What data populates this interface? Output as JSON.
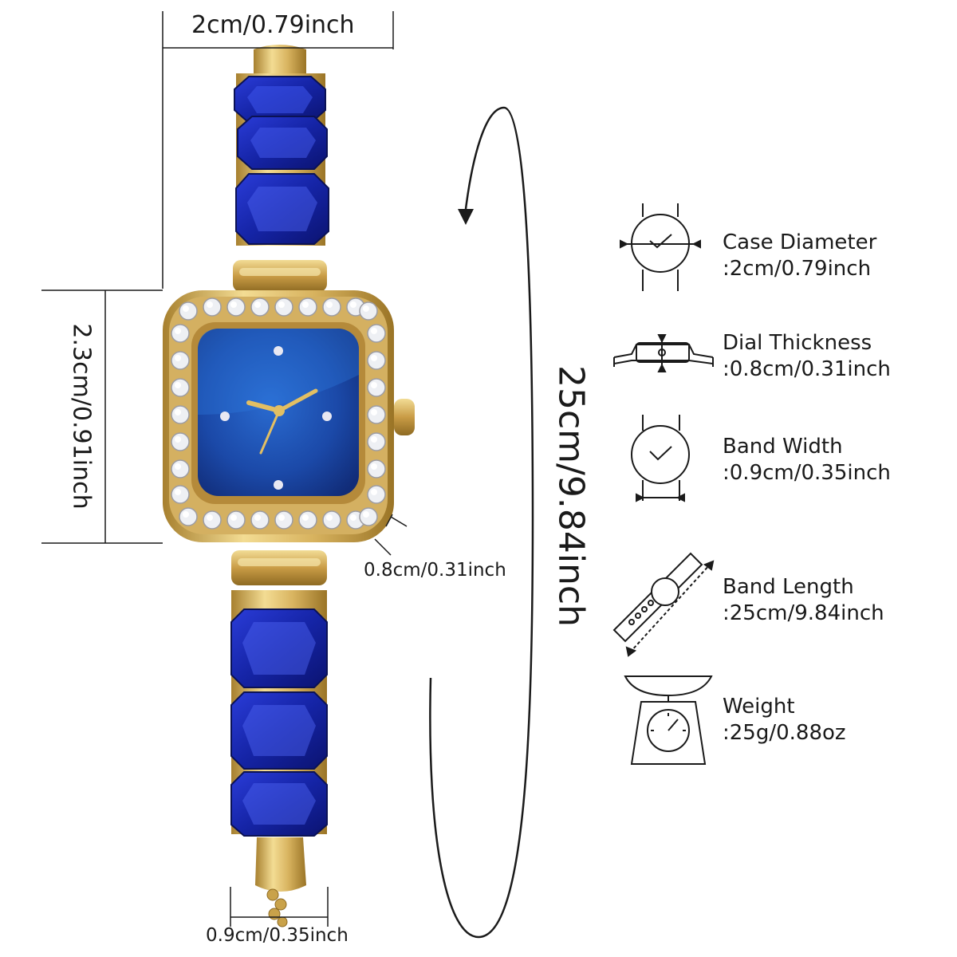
{
  "dimensions": {
    "case_width": "2cm/0.79inch",
    "case_height": "2.3cm/0.91inch",
    "thickness": "0.8cm/0.31inch",
    "band_width": "0.9cm/0.35inch",
    "band_length": "25cm/9.84inch"
  },
  "specs": [
    {
      "icon": "watch-diameter-icon",
      "title": "Case Diameter",
      "value": ":2cm/0.79inch"
    },
    {
      "icon": "watch-thickness-icon",
      "title": "Dial Thickness",
      "value": ":0.8cm/0.31inch"
    },
    {
      "icon": "watch-band-width-icon",
      "title": "Band Width",
      "value": ":0.9cm/0.35inch"
    },
    {
      "icon": "band-length-icon",
      "title": "Band Length",
      "value": ":25cm/9.84inch"
    },
    {
      "icon": "scale-icon",
      "title": "Weight",
      "value": ":25g/0.88oz"
    }
  ],
  "colors": {
    "gold": "#c9a24a",
    "sapphire": "#1e2fb8",
    "dial": "#1d4fae",
    "line": "#1a1a1a"
  }
}
